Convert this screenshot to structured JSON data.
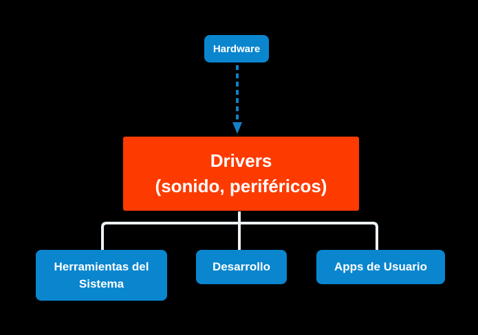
{
  "colors": {
    "background": "#000000",
    "node_blue": "#0a86cf",
    "node_orange": "#fd3b00",
    "connector": "#edf3f9",
    "arrow": "#1580c8",
    "text": "#ffffff"
  },
  "nodes": {
    "hardware": {
      "label": "Hardware"
    },
    "drivers": {
      "label_line1": "Drivers",
      "label_line2": "(sonido, periféricos)"
    },
    "children": [
      {
        "label": "Herramientas del Sistema"
      },
      {
        "label": "Desarrollo"
      },
      {
        "label": "Apps de Usuario"
      }
    ]
  },
  "connectors": {
    "hardware_to_drivers": "dashed-down-arrow",
    "drivers_to_children": "elbow-tree"
  }
}
